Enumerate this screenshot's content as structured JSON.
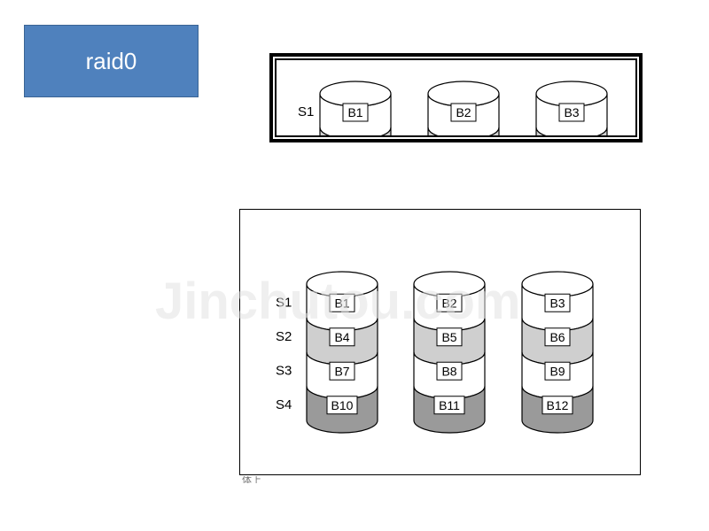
{
  "title": "raid0",
  "top_diagram": {
    "stripe_labels": [
      "S1"
    ],
    "disks": [
      {
        "blocks": [
          "B1"
        ]
      },
      {
        "blocks": [
          "B2"
        ]
      },
      {
        "blocks": [
          "B3"
        ]
      }
    ]
  },
  "main_diagram": {
    "stripe_labels": [
      "S1",
      "S2",
      "S3",
      "S4"
    ],
    "disks": [
      {
        "blocks": [
          "B1",
          "B4",
          "B7",
          "B10"
        ]
      },
      {
        "blocks": [
          "B2",
          "B5",
          "B8",
          "B11"
        ]
      },
      {
        "blocks": [
          "B3",
          "B6",
          "B9",
          "B12"
        ]
      }
    ]
  },
  "band_fills": [
    "#ffffff",
    "#cfcfcf",
    "#ffffff",
    "#9a9a9a"
  ],
  "watermark": "Jinchutou.com",
  "caption_fragment": "体上"
}
